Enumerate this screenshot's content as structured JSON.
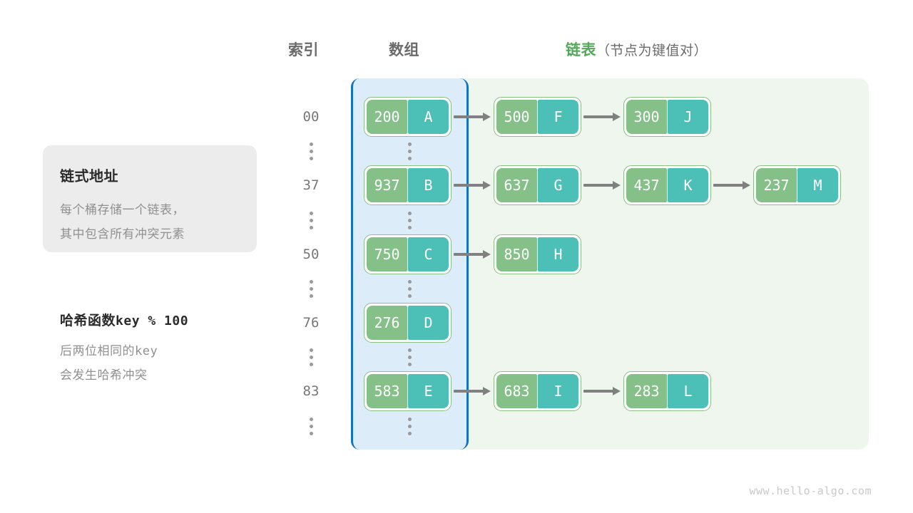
{
  "headings": {
    "index": "索引",
    "array": "数组",
    "list_accent": "链表",
    "list_sub": "（节点为键值对）"
  },
  "note_card": {
    "title": "链式地址",
    "line1": "每个桶存储一个链表，",
    "line2": "其中包含所有冲突元素"
  },
  "hash_note": {
    "title_label": "哈希函数",
    "title_expr": "key % 100",
    "line1_prefix": "后两位相同的",
    "line1_mono": "key",
    "line2": "会发生哈希冲突"
  },
  "colors": {
    "array_panel_bg": "#dcecf8",
    "array_panel_border": "#1472c4",
    "list_panel_bg": "#eff6ee",
    "node_key_bg": "#85c088",
    "node_value_bg": "#4cbfb6",
    "node_border": "#8cbf85",
    "arrow": "#808080",
    "accent_green": "#55a85b",
    "index_text": "#777777",
    "note_card_bg": "#ececec",
    "muted_text": "#909090"
  },
  "buckets": [
    {
      "index": "00",
      "nodes": [
        {
          "key": "200",
          "value": "A"
        },
        {
          "key": "500",
          "value": "F"
        },
        {
          "key": "300",
          "value": "J"
        }
      ]
    },
    {
      "index": "37",
      "nodes": [
        {
          "key": "937",
          "value": "B"
        },
        {
          "key": "637",
          "value": "G"
        },
        {
          "key": "437",
          "value": "K"
        },
        {
          "key": "237",
          "value": "M"
        }
      ]
    },
    {
      "index": "50",
      "nodes": [
        {
          "key": "750",
          "value": "C"
        },
        {
          "key": "850",
          "value": "H"
        }
      ]
    },
    {
      "index": "76",
      "nodes": [
        {
          "key": "276",
          "value": "D"
        }
      ]
    },
    {
      "index": "83",
      "nodes": [
        {
          "key": "583",
          "value": "E"
        },
        {
          "key": "683",
          "value": "I"
        },
        {
          "key": "283",
          "value": "L"
        }
      ]
    }
  ],
  "ellipsis_count": 6,
  "watermark": "www.hello-algo.com"
}
